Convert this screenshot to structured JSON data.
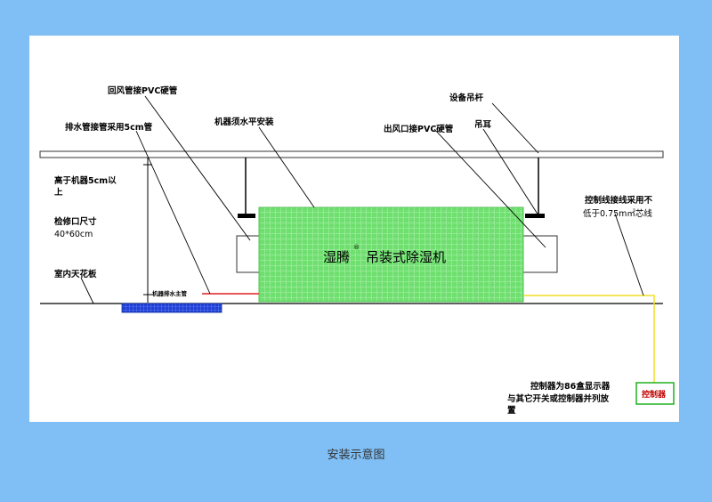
{
  "labels": {
    "return_air_pipe": "回风管接PVC硬管",
    "equipment_rod": "设备吊杆",
    "drain_pipe": "排水管接管采用5cm管",
    "level_install": "机器须水平安装",
    "outlet_pipe": "出风口接PVC硬管",
    "hanging_ear": "吊耳",
    "height_line1": "高于机器5cm以",
    "height_line2": "上",
    "access_line1": "检修口尺寸",
    "access_line2": "40*60cm",
    "ceiling": "室内天花板",
    "drain_small": "机器排水主管",
    "control_wire_line1": "控制线接线采用不",
    "control_wire_line2": "低于0.75m㎡芯线",
    "controller_note_line1": "控制器为86盒显示器",
    "controller_note_line2": "与其它开关或控制器并列放",
    "controller_note_line3": "置",
    "controller_box": "控制器",
    "unit_brand": "湿腾",
    "unit_reg": "®",
    "unit_name": "吊装式除湿机"
  },
  "caption": "安装示意图",
  "colors": {
    "background": "#7fbff5",
    "unit_fill": "#66e066",
    "access_panel": "#1f3fd6",
    "drain_line": "#e02020",
    "control_wire": "#f0e020",
    "controller_border": "#20b020"
  }
}
